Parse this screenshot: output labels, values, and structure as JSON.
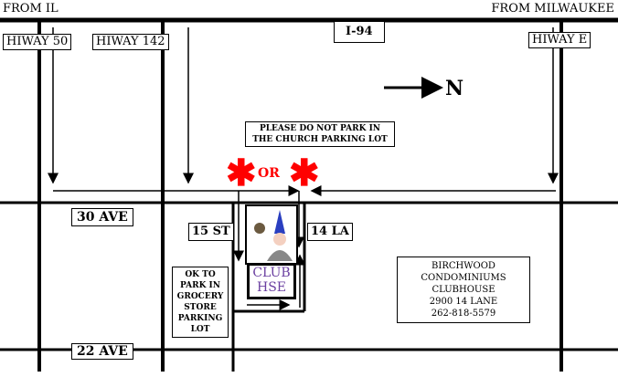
{
  "header": {
    "from_left": "FROM IL",
    "from_right": "FROM MILWAUKEE"
  },
  "roads": {
    "i94": "I-94",
    "hiway50": "HIWAY 50",
    "hiway142": "HIWAY 142",
    "hiwaye": "HIWAY E",
    "ave30": "30 AVE",
    "ave22": "22 AVE",
    "st15": "15 ST",
    "la14": "14 LA"
  },
  "compass": "N",
  "church_note": [
    "PLEASE DO NOT PARK IN",
    "THE CHURCH PARKING LOT"
  ],
  "or_label": "OR",
  "club": [
    "CLUB",
    "HSE"
  ],
  "grocery_note": [
    "OK TO",
    "PARK IN",
    "GROCERY",
    "STORE",
    "PARKING",
    "LOT"
  ],
  "address": [
    "BIRCHWOOD",
    "CONDOMINIUMS",
    "CLUBHOUSE",
    "2900 14 LANE",
    "262-818-5579"
  ],
  "colors": {
    "star": "#ff0000",
    "club_text": "#6a3fa0"
  }
}
